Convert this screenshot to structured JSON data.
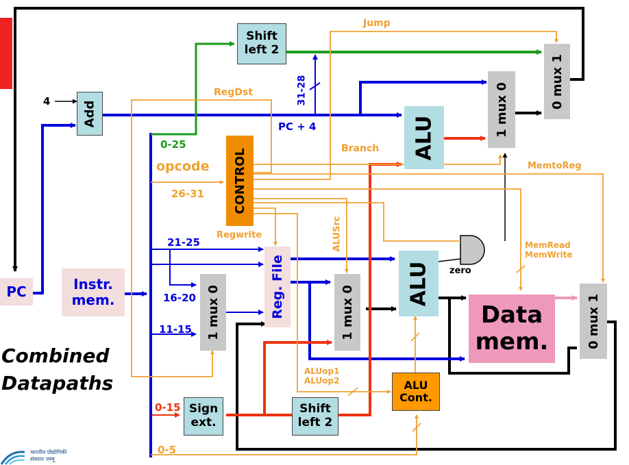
{
  "title_lines": [
    "Combined",
    "Datapaths"
  ],
  "blocks": {
    "shift_left_top": "Shift\nleft 2",
    "add": "Add",
    "alu_top": "ALU",
    "mux_jump": "0 mux 1",
    "mux_branch": "1 mux 0",
    "control": "CONTROL",
    "pc": "PC",
    "instr_mem": "Instr.\nmem.",
    "mux_regdst": "1 mux 0",
    "reg_file": "Reg. File",
    "mux_alusrc": "1 mux 0",
    "alu_main": "ALU",
    "data_mem": "Data\nmem.",
    "mux_memtoreg": "0 mux 1",
    "sign_ext": "Sign\next.",
    "shift_left_bottom": "Shift\nleft 2",
    "alu_cont": "ALU\nCont."
  },
  "labels": {
    "const_4": "4",
    "jump": "Jump",
    "regdst": "RegDst",
    "bits_31_28": "31-28",
    "pc_plus_4": "PC + 4",
    "bits_0_25": "0-25",
    "branch": "Branch",
    "opcode": "opcode",
    "bits_26_31": "26-31",
    "memtoreg": "MemtoReg",
    "regwrite": "Regwrite",
    "alusrc": "ALUSrc",
    "bits_21_25": "21-25",
    "bits_16_20": "16-20",
    "bits_11_15": "11-15",
    "memread_memwrite": "MemRead\nMemWrite",
    "zero": "zero",
    "aluop": "ALUop1\nALUop2",
    "bits_0_15": "0-15",
    "bits_0_5": "0-5"
  },
  "logo_text": "भारतीय प्रौद्योगिकी\nसंस्थान जम्मू",
  "colors": {
    "blue": "#0000dd",
    "green": "#1a9a1a",
    "orange": "#f0a030",
    "red": "#ee3311",
    "black": "#000000",
    "teal_block": "#b2dde2",
    "gray_mux": "#c8c8c8",
    "control_fill": "#f08c00",
    "pink_block": "#f3dedd",
    "data_mem_fill": "#ee99bb",
    "alu_cont_fill": "#ff9900",
    "slide_red": "#ee2222"
  }
}
